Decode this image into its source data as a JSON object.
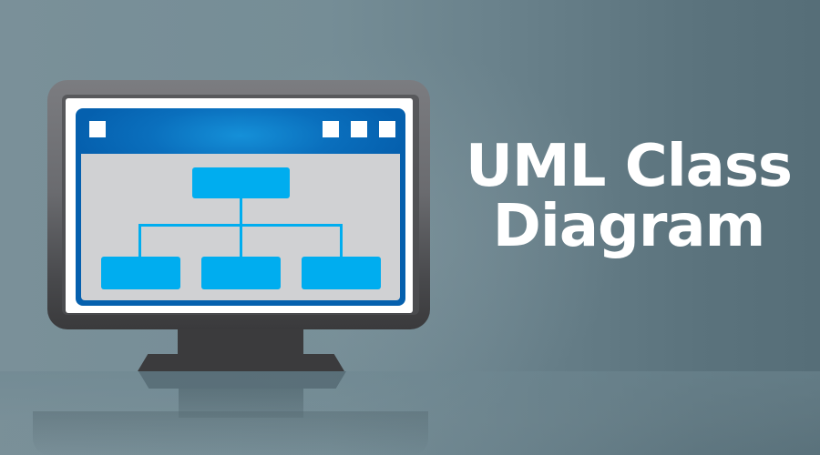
{
  "title": {
    "line1": "UML Class",
    "line2": "Diagram"
  },
  "illustration": {
    "subject": "monitor-with-class-hierarchy",
    "window_titlebar_buttons_left": 1,
    "window_titlebar_buttons_right": 3,
    "diagram": {
      "root_nodes": 1,
      "child_nodes": 3
    }
  },
  "colors": {
    "background_left": "#7a9099",
    "background_right": "#566e78",
    "monitor_frame": "#6a6b6f",
    "monitor_stand": "#3b3b3d",
    "window_titlebar": "#0a6fbd",
    "window_content": "#d0d1d3",
    "diagram_node": "#00adef",
    "title_text": "#ffffff"
  }
}
